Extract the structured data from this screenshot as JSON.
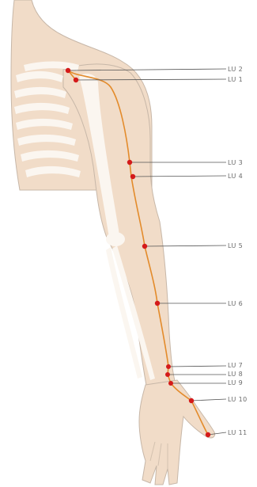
{
  "colors": {
    "skin": "#f1dcc8",
    "skin_outline": "#c7b7a8",
    "bone": "#fbf6f0",
    "meridian": "#e38b2b",
    "acupoint": "#d41a1a",
    "leader": "#555555",
    "label_text": "#6a6a6a"
  },
  "meridian_points": [
    {
      "id": "LU 1",
      "label": "LU 1"
    },
    {
      "id": "LU 2",
      "label": "LU 2"
    },
    {
      "id": "LU 3",
      "label": "LU 3"
    },
    {
      "id": "LU 4",
      "label": "LU 4"
    },
    {
      "id": "LU 5",
      "label": "LU 5"
    },
    {
      "id": "LU 6",
      "label": "LU 6"
    },
    {
      "id": "LU 7",
      "label": "LU 7"
    },
    {
      "id": "LU 8",
      "label": "LU 8"
    },
    {
      "id": "LU 9",
      "label": "LU 9"
    },
    {
      "id": "LU 10",
      "label": "LU 10"
    },
    {
      "id": "LU 11",
      "label": "LU 11"
    }
  ]
}
